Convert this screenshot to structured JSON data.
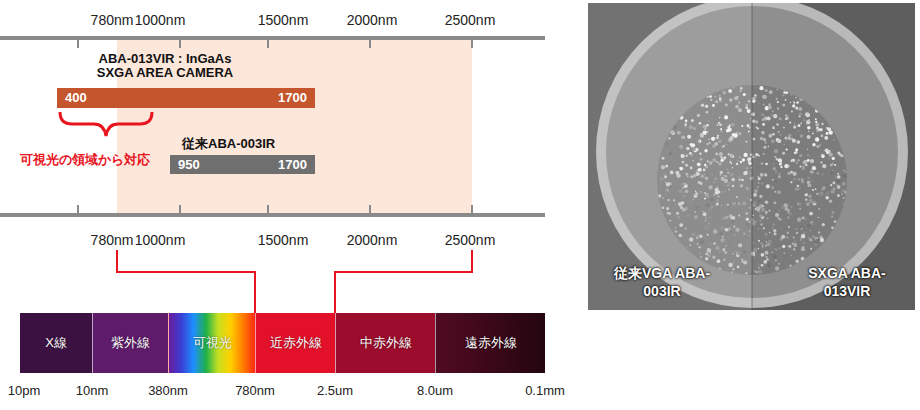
{
  "diagram": {
    "nodes": [
      {
        "text": [
          "ABA-013VIR : InGaAs SXGA AREA CAMERA",
          "400",
          "1700"
        ]
      },
      {
        "text": [
          "従来ABA-003IR",
          "950",
          "1700"
        ]
      },
      {
        "text": [
          "X線"
        ]
      },
      {
        "text": [
          "紫外線"
        ]
      },
      {
        "text": [
          "可視光"
        ]
      },
      {
        "text": [
          "近赤外線"
        ]
      },
      {
        "text": [
          "中赤外線"
        ]
      },
      {
        "text": [
          "遠赤外線"
        ]
      },
      {
        "text": [
          "従来VGA ABA-003IR",
          "SXGA ABA-013VIR"
        ]
      }
    ],
    "labels": [
      "780nm",
      "1000nm",
      "1500nm",
      "2000nm",
      "2500nm",
      "可視光の領域から対応",
      "780nm",
      "1000nm",
      "1500nm",
      "2000nm",
      "2500nm",
      "10pm",
      "10nm",
      "380nm",
      "780nm",
      "2.5um",
      "8.0um",
      "0.1mm"
    ]
  }
}
